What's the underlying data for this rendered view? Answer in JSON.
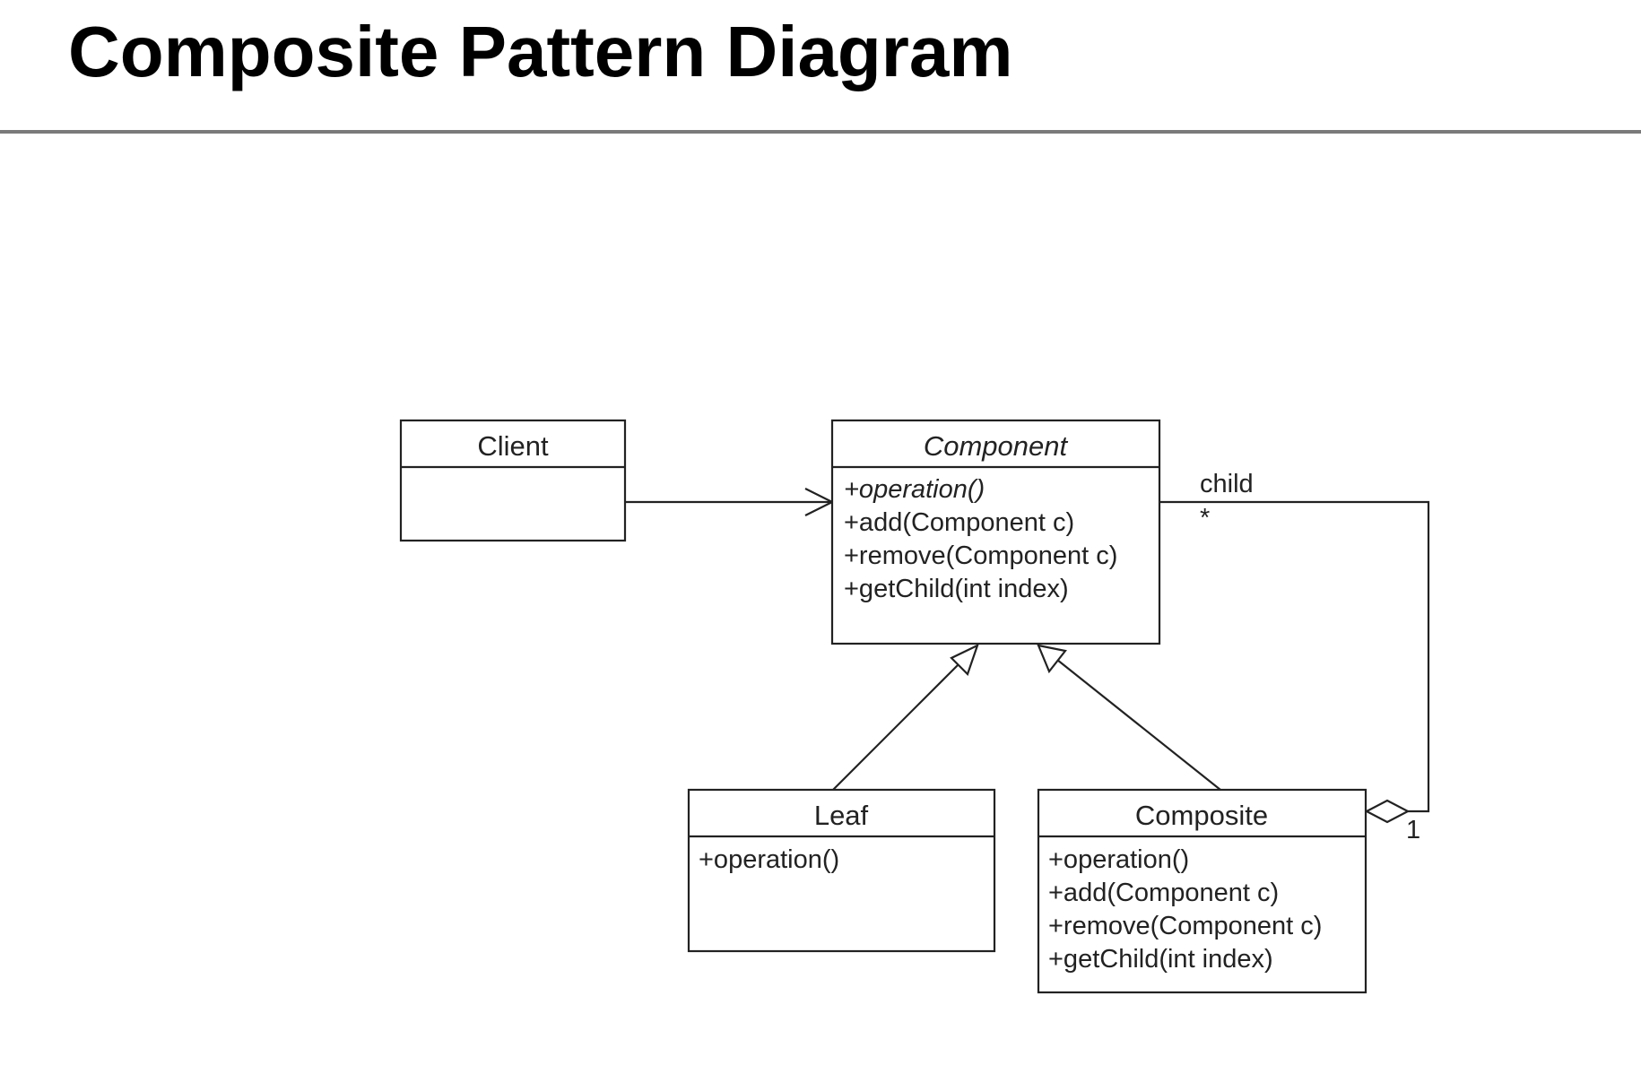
{
  "title": "Composite Pattern Diagram",
  "classes": {
    "client": {
      "name": "Client",
      "abstract": false,
      "members": []
    },
    "component": {
      "name": "Component",
      "abstract": true,
      "members": [
        {
          "text": "+operation()",
          "abstract": true
        },
        {
          "text": "+add(Component c)",
          "abstract": false
        },
        {
          "text": "+remove(Component c)",
          "abstract": false
        },
        {
          "text": "+getChild(int index)",
          "abstract": false
        }
      ]
    },
    "leaf": {
      "name": "Leaf",
      "abstract": false,
      "members": [
        {
          "text": "+operation()",
          "abstract": false
        }
      ]
    },
    "composite": {
      "name": "Composite",
      "abstract": false,
      "members": [
        {
          "text": "+operation()",
          "abstract": false
        },
        {
          "text": "+add(Component c)",
          "abstract": false
        },
        {
          "text": "+remove(Component c)",
          "abstract": false
        },
        {
          "text": "+getChild(int index)",
          "abstract": false
        }
      ]
    }
  },
  "relationships": {
    "client_component": {
      "type": "association",
      "arrow": "open"
    },
    "leaf_component": {
      "type": "generalization"
    },
    "composite_component": {
      "type": "generalization"
    },
    "composite_children": {
      "type": "aggregation",
      "role": "child",
      "multiplicity_target": "*",
      "multiplicity_source": "1"
    }
  }
}
